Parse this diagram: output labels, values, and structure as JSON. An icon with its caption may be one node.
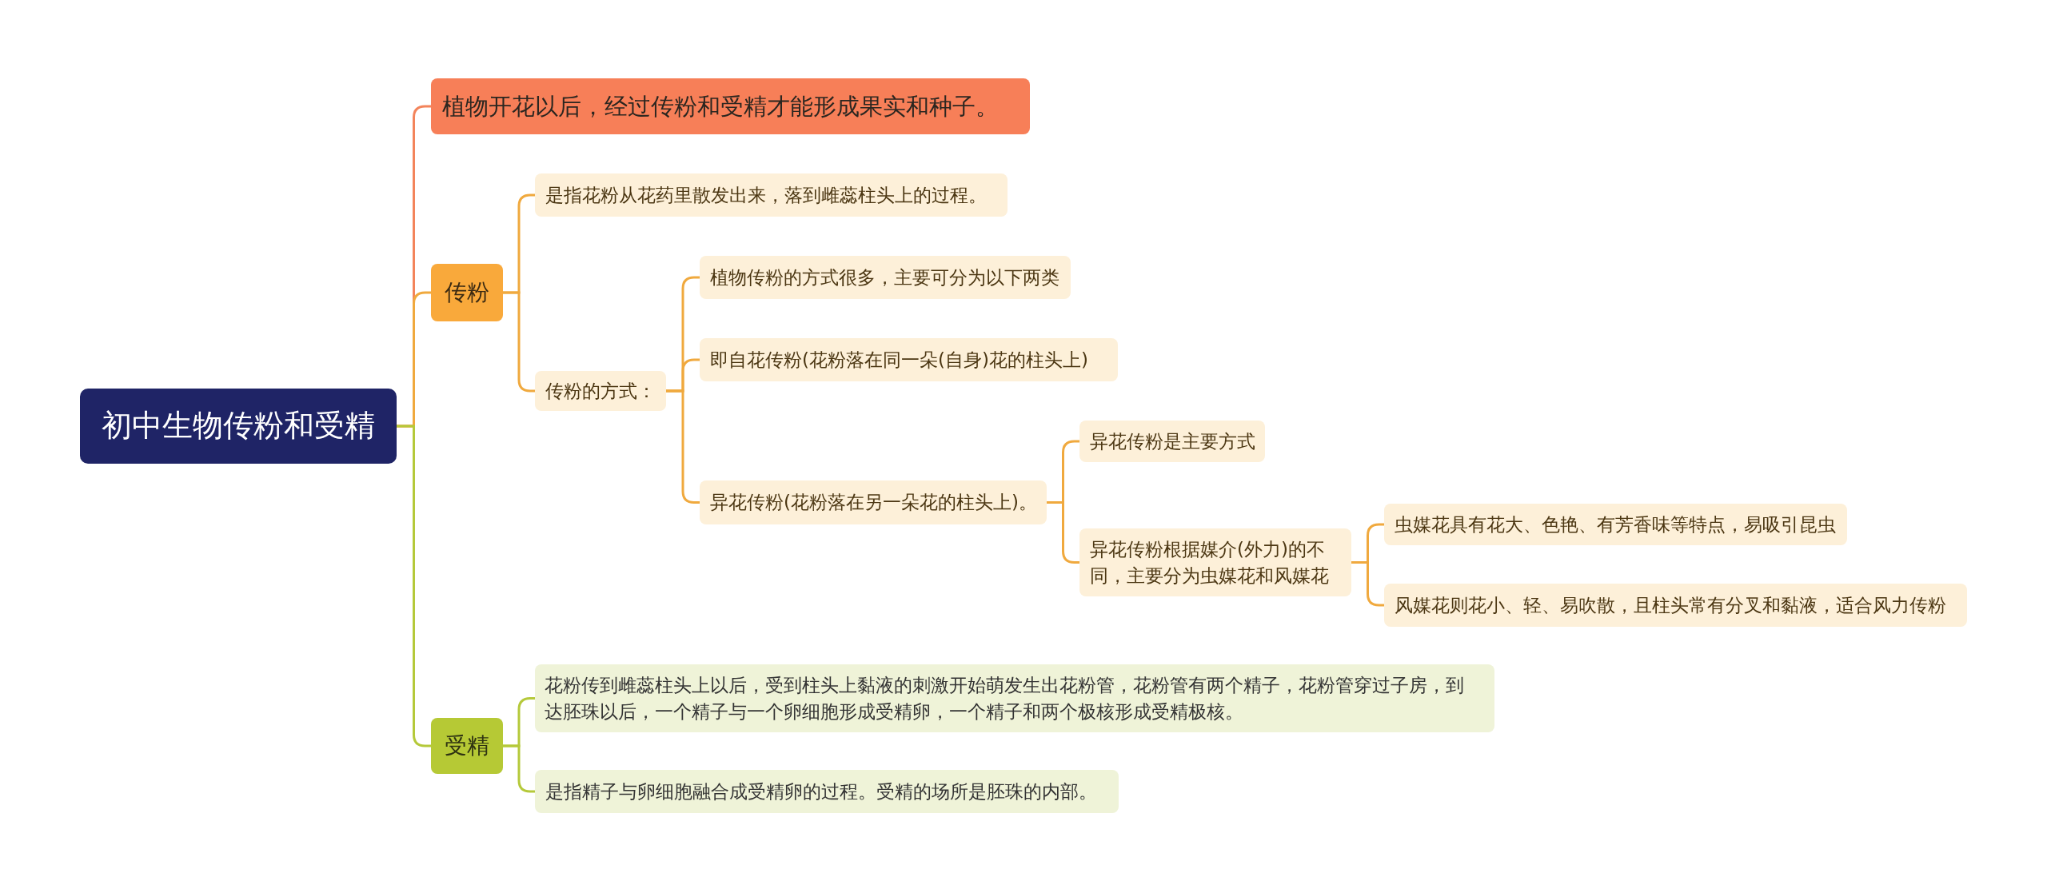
{
  "diagram": {
    "nodes": [
      {
        "text": [
          "初中生物传粉和受精"
        ]
      },
      {
        "text": [
          "植物开花以后，经过传粉和受精才能形成果实和种子。"
        ]
      },
      {
        "text": [
          "传粉"
        ]
      },
      {
        "text": [
          "是指花粉从花药里散发出来，落到雌蕊柱头上的过程。"
        ]
      },
      {
        "text": [
          "传粉的方式："
        ]
      },
      {
        "text": [
          "植物传粉的方式很多，主要可分为以下两类"
        ]
      },
      {
        "text": [
          "即自花传粉(花粉落在同一朵(自身)花的柱头上)"
        ]
      },
      {
        "text": [
          "异花传粉(花粉落在另一朵花的柱头上)。"
        ]
      },
      {
        "text": [
          "异花传粉是主要方式"
        ]
      },
      {
        "text": [
          "异花传粉根据媒介(外力)的不同，主要分为虫媒花和风媒花"
        ]
      },
      {
        "text": [
          "虫媒花具有花大、色艳、有芳香味等特点，易吸引昆虫"
        ]
      },
      {
        "text": [
          "风媒花则花小、轻、易吹散，且柱头常有分叉和黏液，适合风力传粉"
        ]
      },
      {
        "text": [
          "受精"
        ]
      },
      {
        "text": [
          "花粉传到雌蕊柱头上以后，受到柱头上黏液的刺激开始萌发生出花粉管，花粉管有两个精子，花粉管穿过子房，到达胚珠以后，一个精子与一个卵细胞形成受精卵，一个精子和两个极核形成受精极核。"
        ]
      },
      {
        "text": [
          "是指精子与卵细胞融合成受精卵的过程。受精的场所是胚珠的内部。"
        ]
      }
    ],
    "edges": [
      {
        "from": 0,
        "to": 1,
        "arrow": "none",
        "color": "#f3845b"
      },
      {
        "from": 0,
        "to": 2,
        "arrow": "none"
      },
      {
        "from": 0,
        "to": 12,
        "arrow": "none",
        "color": "#b5c93a"
      },
      {
        "from": 2,
        "to": 3,
        "arrow": "none"
      },
      {
        "from": 2,
        "to": 4,
        "arrow": "none"
      },
      {
        "from": 4,
        "to": 5,
        "arrow": "none"
      },
      {
        "from": 4,
        "to": 6,
        "arrow": "none"
      },
      {
        "from": 4,
        "to": 7,
        "arrow": "none"
      },
      {
        "from": 7,
        "to": 8,
        "arrow": "none"
      },
      {
        "from": 7,
        "to": 9,
        "arrow": "none"
      },
      {
        "from": 9,
        "to": 10,
        "arrow": "none"
      },
      {
        "from": 9,
        "to": 11,
        "arrow": "none"
      },
      {
        "from": 12,
        "to": 13,
        "arrow": "none",
        "color": "#b5c93a"
      },
      {
        "from": 12,
        "to": 14,
        "arrow": "none",
        "color": "#b5c93a"
      }
    ]
  }
}
